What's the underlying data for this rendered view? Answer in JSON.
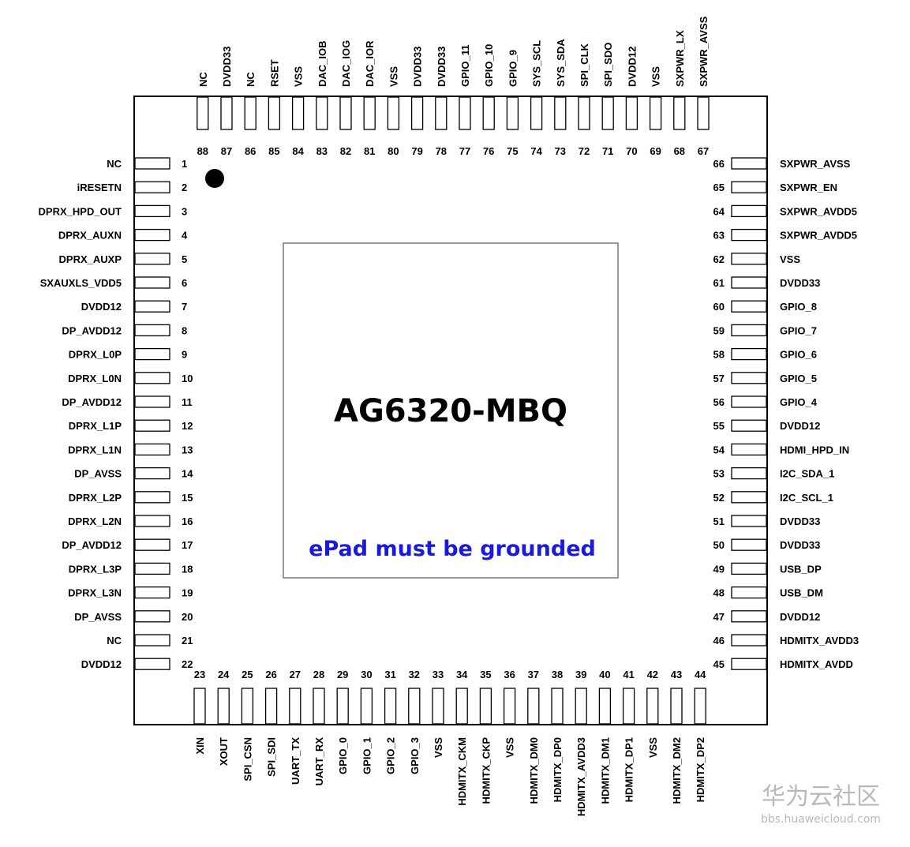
{
  "chip": {
    "part_number": "AG6320-MBQ",
    "epad_note": "ePad must be grounded",
    "epad_note_color": "#1a1adc"
  },
  "watermark": {
    "site_name": "华为云社区",
    "url": "bbs.huaweicloud.com"
  },
  "pins_left": [
    {
      "num": "1",
      "name": "NC"
    },
    {
      "num": "2",
      "name": "iRESETN"
    },
    {
      "num": "3",
      "name": "DPRX_HPD_OUT"
    },
    {
      "num": "4",
      "name": "DPRX_AUXN"
    },
    {
      "num": "5",
      "name": "DPRX_AUXP"
    },
    {
      "num": "6",
      "name": "SXAUXLS_VDD5"
    },
    {
      "num": "7",
      "name": "DVDD12"
    },
    {
      "num": "8",
      "name": "DP_AVDD12"
    },
    {
      "num": "9",
      "name": "DPRX_L0P"
    },
    {
      "num": "10",
      "name": "DPRX_L0N"
    },
    {
      "num": "11",
      "name": "DP_AVDD12"
    },
    {
      "num": "12",
      "name": "DPRX_L1P"
    },
    {
      "num": "13",
      "name": "DPRX_L1N"
    },
    {
      "num": "14",
      "name": "DP_AVSS"
    },
    {
      "num": "15",
      "name": "DPRX_L2P"
    },
    {
      "num": "16",
      "name": "DPRX_L2N"
    },
    {
      "num": "17",
      "name": "DP_AVDD12"
    },
    {
      "num": "18",
      "name": "DPRX_L3P"
    },
    {
      "num": "19",
      "name": "DPRX_L3N"
    },
    {
      "num": "20",
      "name": "DP_AVSS"
    },
    {
      "num": "21",
      "name": "NC"
    },
    {
      "num": "22",
      "name": "DVDD12"
    }
  ],
  "pins_bottom": [
    {
      "num": "23",
      "name": "XIN"
    },
    {
      "num": "24",
      "name": "XOUT"
    },
    {
      "num": "25",
      "name": "SPI_CSN"
    },
    {
      "num": "26",
      "name": "SPI_SDI"
    },
    {
      "num": "27",
      "name": "UART_TX"
    },
    {
      "num": "28",
      "name": "UART_RX"
    },
    {
      "num": "29",
      "name": "GPIO_0"
    },
    {
      "num": "30",
      "name": "GPIO_1"
    },
    {
      "num": "31",
      "name": "GPIO_2"
    },
    {
      "num": "32",
      "name": "GPIO_3"
    },
    {
      "num": "33",
      "name": "VSS"
    },
    {
      "num": "34",
      "name": "HDMITX_CKM"
    },
    {
      "num": "35",
      "name": "HDMITX_CKP"
    },
    {
      "num": "36",
      "name": "VSS"
    },
    {
      "num": "37",
      "name": "HDMITX_DM0"
    },
    {
      "num": "38",
      "name": "HDMITX_DP0"
    },
    {
      "num": "39",
      "name": "HDMITX_AVDD3"
    },
    {
      "num": "40",
      "name": "HDMITX_DM1"
    },
    {
      "num": "41",
      "name": "HDMITX_DP1"
    },
    {
      "num": "42",
      "name": "VSS"
    },
    {
      "num": "43",
      "name": "HDMITX_DM2"
    },
    {
      "num": "44",
      "name": "HDMITX_DP2"
    }
  ],
  "pins_right": [
    {
      "num": "45",
      "name": "HDMITX_AVDD"
    },
    {
      "num": "46",
      "name": "HDMITX_AVDD3"
    },
    {
      "num": "47",
      "name": "DVDD12"
    },
    {
      "num": "48",
      "name": "USB_DM"
    },
    {
      "num": "49",
      "name": "USB_DP"
    },
    {
      "num": "50",
      "name": "DVDD33"
    },
    {
      "num": "51",
      "name": "DVDD33"
    },
    {
      "num": "52",
      "name": "I2C_SCL_1"
    },
    {
      "num": "53",
      "name": "I2C_SDA_1"
    },
    {
      "num": "54",
      "name": "HDMI_HPD_IN"
    },
    {
      "num": "55",
      "name": "DVDD12"
    },
    {
      "num": "56",
      "name": "GPIO_4"
    },
    {
      "num": "57",
      "name": "GPIO_5"
    },
    {
      "num": "58",
      "name": "GPIO_6"
    },
    {
      "num": "59",
      "name": "GPIO_7"
    },
    {
      "num": "60",
      "name": "GPIO_8"
    },
    {
      "num": "61",
      "name": "DVDD33"
    },
    {
      "num": "62",
      "name": "VSS"
    },
    {
      "num": "63",
      "name": "SXPWR_AVDD5"
    },
    {
      "num": "64",
      "name": "SXPWR_AVDD5"
    },
    {
      "num": "65",
      "name": "SXPWR_EN"
    },
    {
      "num": "66",
      "name": "SXPWR_AVSS"
    }
  ],
  "pins_top": [
    {
      "num": "67",
      "name": "SXPWR_AVSS"
    },
    {
      "num": "68",
      "name": "SXPWR_LX"
    },
    {
      "num": "69",
      "name": "VSS"
    },
    {
      "num": "70",
      "name": "DVDD12"
    },
    {
      "num": "71",
      "name": "SPI_SDO"
    },
    {
      "num": "72",
      "name": "SPI_CLK"
    },
    {
      "num": "73",
      "name": "SYS_SDA"
    },
    {
      "num": "74",
      "name": "SYS_SCL"
    },
    {
      "num": "75",
      "name": "GPIO_9"
    },
    {
      "num": "76",
      "name": "GPIO_10"
    },
    {
      "num": "77",
      "name": "GPIO_11"
    },
    {
      "num": "78",
      "name": "DVDD33"
    },
    {
      "num": "79",
      "name": "DVDD33"
    },
    {
      "num": "80",
      "name": "VSS"
    },
    {
      "num": "81",
      "name": "DAC_IOR"
    },
    {
      "num": "82",
      "name": "DAC_IOG"
    },
    {
      "num": "83",
      "name": "DAC_IOB"
    },
    {
      "num": "84",
      "name": "VSS"
    },
    {
      "num": "85",
      "name": "RSET"
    },
    {
      "num": "86",
      "name": "NC"
    },
    {
      "num": "87",
      "name": "DVDD33"
    },
    {
      "num": "88",
      "name": "NC"
    }
  ]
}
